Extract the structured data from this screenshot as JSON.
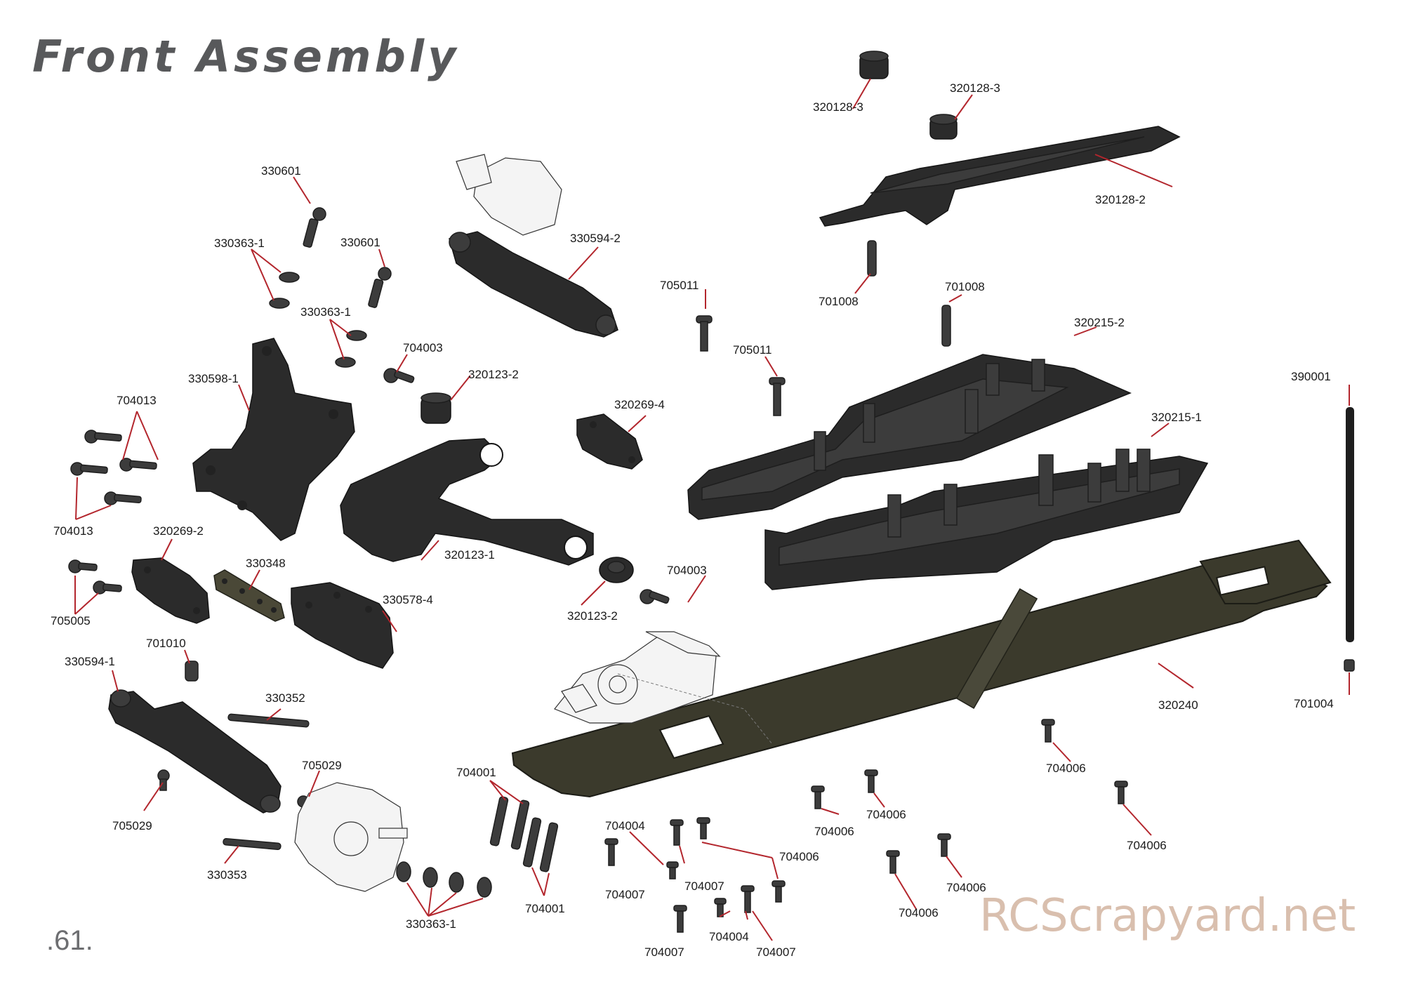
{
  "page": {
    "title": "Front Assembly",
    "page_number": ".61.",
    "watermark": "RCScrapyard.net"
  },
  "labels": {
    "330601_a": "330601",
    "330601_b": "330601",
    "330363_1_a": "330363-1",
    "330363_1_b": "330363-1",
    "330363_1_c": "330363-1",
    "330594_2": "330594-2",
    "330594_1": "330594-1",
    "704003_a": "704003",
    "704003_b": "704003",
    "320123_2_a": "320123-2",
    "320123_2_b": "320123-2",
    "320123_1": "320123-1",
    "330598_1": "330598-1",
    "704013_a": "704013",
    "704013_b": "704013",
    "320269_4": "320269-4",
    "320269_2": "320269-2",
    "330348": "330348",
    "330578_4": "330578-4",
    "705005": "705005",
    "701010": "701010",
    "330352": "330352",
    "705029_a": "705029",
    "705029_b": "705029",
    "330353": "330353",
    "704001_a": "704001",
    "704001_b": "704001",
    "704004_a": "704004",
    "704004_b": "704004",
    "704007_a": "704007",
    "704007_b": "704007",
    "704007_c": "704007",
    "704007_d": "704007",
    "704006_a": "704006",
    "704006_b": "704006",
    "704006_c": "704006",
    "704006_d": "704006",
    "704006_e": "704006",
    "704006_f": "704006",
    "704006_g": "704006",
    "320128_3_a": "320128-3",
    "320128_3_b": "320128-3",
    "320128_2": "320128-2",
    "705011_a": "705011",
    "705011_b": "705011",
    "701008_a": "701008",
    "701008_b": "701008",
    "320215_2": "320215-2",
    "320215_1": "320215-1",
    "390001": "390001",
    "320240": "320240",
    "701004": "701004"
  }
}
